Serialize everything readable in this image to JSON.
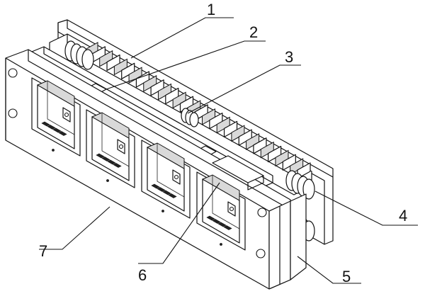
{
  "figure": {
    "labels": [
      {
        "id": "1",
        "text": "1"
      },
      {
        "id": "2",
        "text": "2"
      },
      {
        "id": "3",
        "text": "3"
      },
      {
        "id": "4",
        "text": "4"
      },
      {
        "id": "5",
        "text": "5"
      },
      {
        "id": "6",
        "text": "6"
      },
      {
        "id": "7",
        "text": "7"
      }
    ]
  }
}
